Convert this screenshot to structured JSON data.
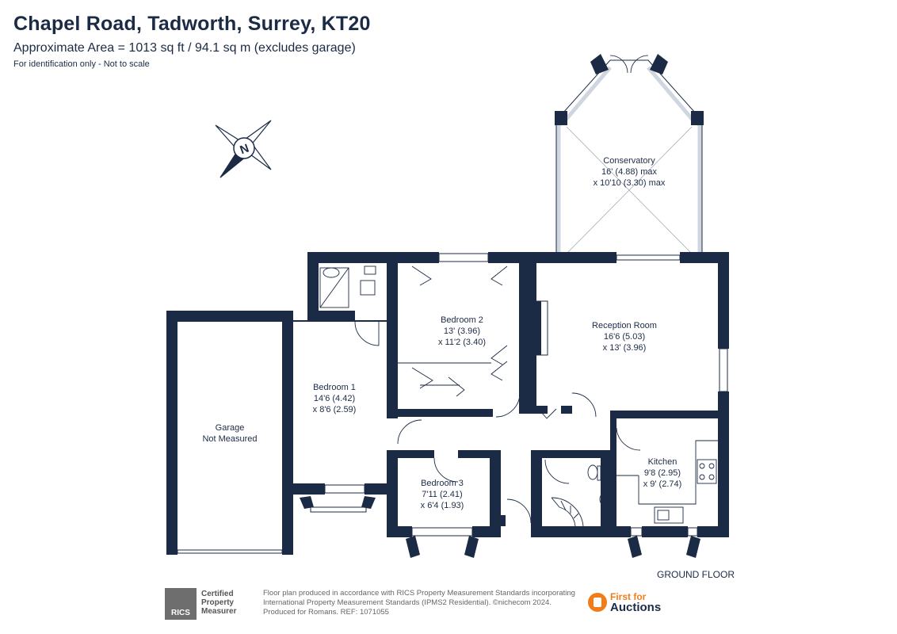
{
  "header": {
    "title": "Chapel Road, Tadworth, Surrey, KT20",
    "area": "Approximate Area = 1013 sq ft / 94.1 sq m (excludes garage)",
    "note": "For identification only - Not to scale"
  },
  "compass": {
    "letter": "N"
  },
  "rooms": {
    "conservatory": {
      "name": "Conservatory",
      "dim1": "16' (4.88) max",
      "dim2": "x 10'10 (3.30) max"
    },
    "bedroom2": {
      "name": "Bedroom 2",
      "dim1": "13' (3.96)",
      "dim2": "x 11'2 (3.40)"
    },
    "reception": {
      "name": "Reception Room",
      "dim1": "16'6 (5.03)",
      "dim2": "x 13' (3.96)"
    },
    "bedroom1": {
      "name": "Bedroom 1",
      "dim1": "14'6 (4.42)",
      "dim2": "x 8'6 (2.59)"
    },
    "garage": {
      "name": "Garage",
      "dim1": "Not Measured"
    },
    "kitchen": {
      "name": "Kitchen",
      "dim1": "9'8 (2.95)",
      "dim2": "x 9' (2.74)"
    },
    "bedroom3": {
      "name": "Bedroom 3",
      "dim1": "7'11 (2.41)",
      "dim2": "x 6'4 (1.93)"
    }
  },
  "floor_label": "GROUND FLOOR",
  "footer": {
    "rics_badge": "RICS",
    "rics_line1": "Certified",
    "rics_line2": "Property",
    "rics_line3": "Measurer",
    "disclaimer_line1": "Floor plan produced in accordance with RICS Property Measurement Standards incorporating",
    "disclaimer_line2": "International Property Measurement Standards (IPMS2 Residential).  ©nichecom 2024.",
    "disclaimer_line3": "Produced for Romans.   REF: 1071055",
    "brand_top": "First for",
    "brand_bottom": "Auctions"
  },
  "colors": {
    "wall": "#1c2b45",
    "accent": "#f07d1a"
  }
}
